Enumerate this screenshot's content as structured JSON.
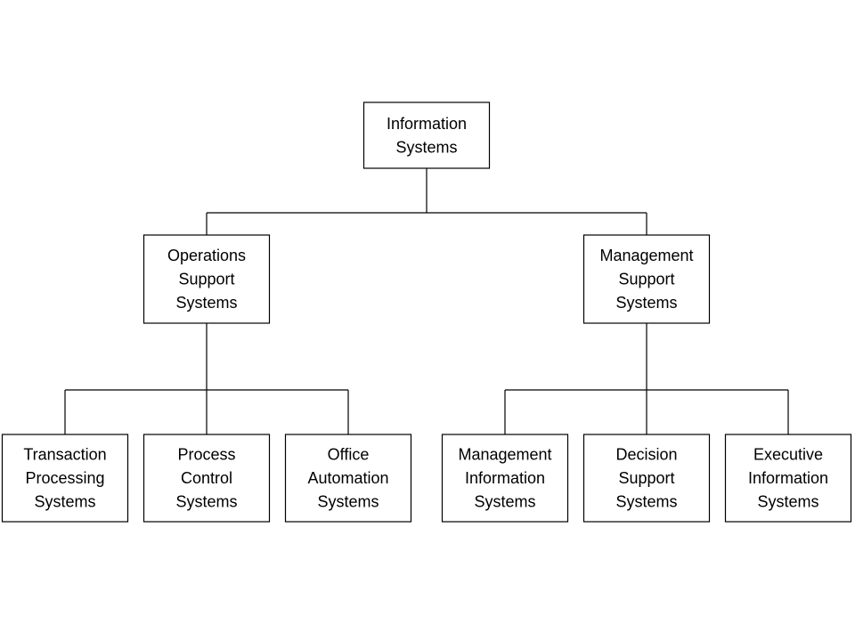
{
  "diagram": {
    "type": "hierarchy",
    "root": {
      "label": [
        "Information",
        "Systems"
      ],
      "children": [
        {
          "label": [
            "Operations",
            "Support",
            "Systems"
          ],
          "children": [
            {
              "label": [
                "Transaction",
                "Processing",
                "Systems"
              ]
            },
            {
              "label": [
                "Process",
                "Control",
                "Systems"
              ]
            },
            {
              "label": [
                "Office",
                "Automation",
                "Systems"
              ]
            }
          ]
        },
        {
          "label": [
            "Management",
            "Support",
            "Systems"
          ],
          "children": [
            {
              "label": [
                "Management",
                "Information",
                "Systems"
              ]
            },
            {
              "label": [
                "Decision",
                "Support",
                "Systems"
              ]
            },
            {
              "label": [
                "Executive",
                "Information",
                "Systems"
              ]
            }
          ]
        }
      ]
    },
    "colors": {
      "line": "#000000",
      "box_fill": "#ffffff",
      "text": "#000000"
    }
  }
}
